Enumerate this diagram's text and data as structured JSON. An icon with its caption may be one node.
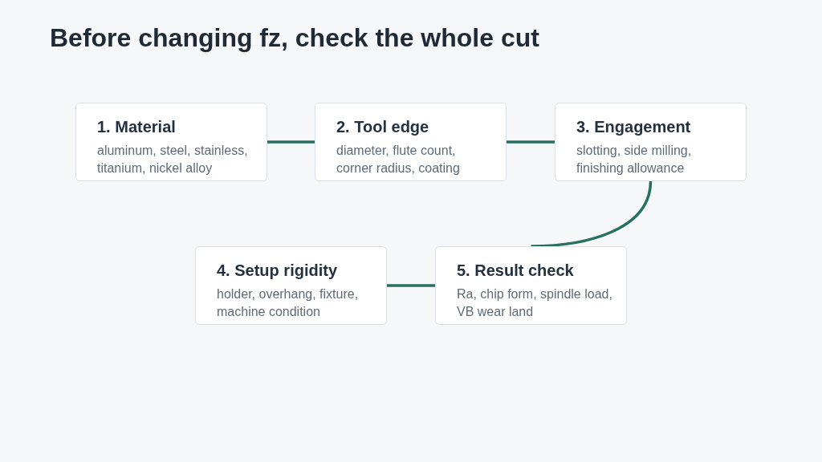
{
  "diagram": {
    "title": "Before changing fz, check the whole cut",
    "nodes": [
      {
        "text": [
          "1. Material",
          "aluminum, steel, stainless, titanium, nickel alloy"
        ]
      },
      {
        "text": [
          "2. Tool edge",
          "diameter, flute count, corner radius, coating"
        ]
      },
      {
        "text": [
          "3. Engagement",
          "slotting, side milling, finishing allowance"
        ]
      },
      {
        "text": [
          "4. Setup rigidity",
          "holder, overhang, fixture, machine condition"
        ]
      },
      {
        "text": [
          "5. Result check",
          "Ra, chip form, spindle load, VB wear land"
        ]
      }
    ],
    "edges": [
      {
        "from": 0,
        "to": 1,
        "arrow": "none"
      },
      {
        "from": 1,
        "to": 2,
        "arrow": "none"
      },
      {
        "from": 2,
        "to": 4,
        "arrow": "none"
      },
      {
        "from": 3,
        "to": 4,
        "arrow": "none"
      }
    ]
  }
}
